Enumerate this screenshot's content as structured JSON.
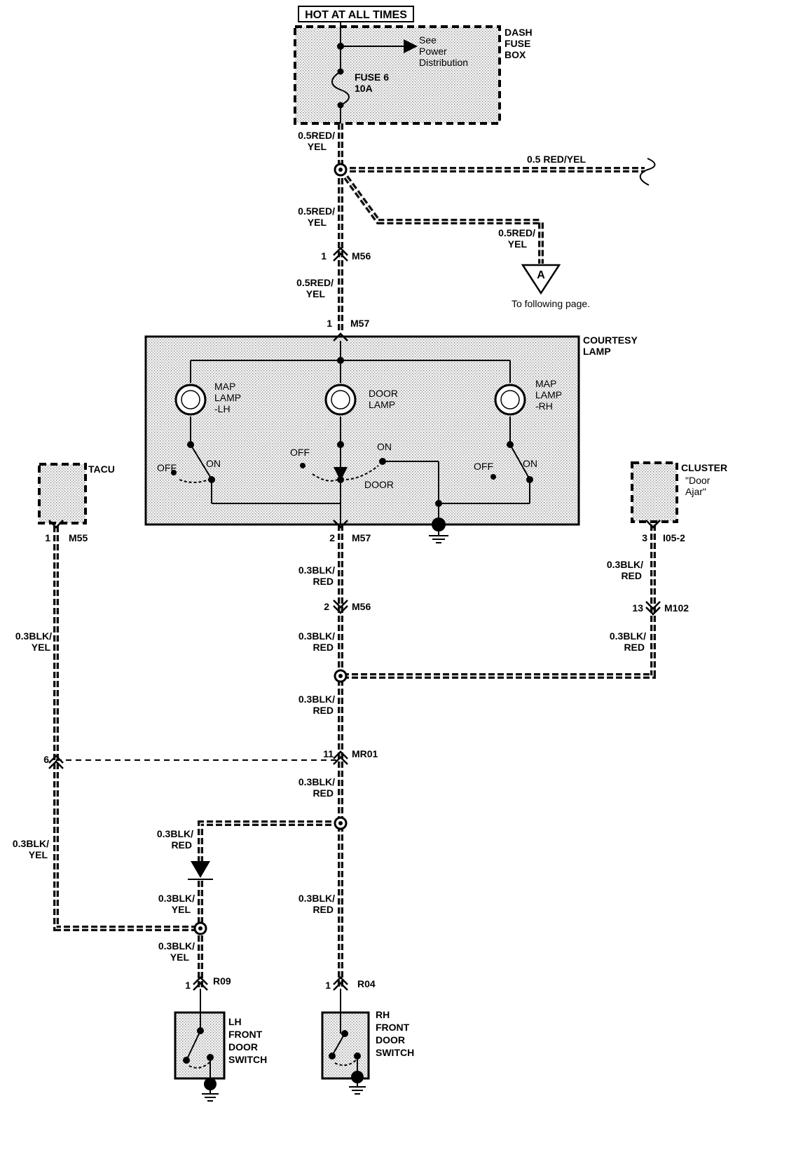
{
  "header": {
    "title": "HOT AT ALL TIMES"
  },
  "fuse_box": {
    "label_lines": [
      "DASH",
      "FUSE",
      "BOX"
    ],
    "fuse_lines": [
      "FUSE 6",
      "10A"
    ],
    "see_lines": [
      "See",
      "Power",
      "Distribution"
    ]
  },
  "wires": {
    "red_yel_lines": [
      "0.5RED/",
      "YEL"
    ],
    "red_yel_branch": "0.5 RED/YEL",
    "blk_red_lines": [
      "0.3BLK/",
      "RED"
    ],
    "blk_yel_lines": [
      "0.3BLK/",
      "YEL"
    ]
  },
  "offpage": {
    "letter": "A",
    "text": "To following page."
  },
  "connectors": {
    "m56_1": {
      "pin": "1",
      "name": "M56"
    },
    "m57_1": {
      "pin": "1",
      "name": "M57"
    },
    "m57_2": {
      "pin": "2",
      "name": "M57"
    },
    "m56_2": {
      "pin": "2",
      "name": "M56"
    },
    "m55": {
      "pin": "1",
      "name": "M55"
    },
    "i05": {
      "pin": "3",
      "name": "I05-2"
    },
    "m102": {
      "pin": "13",
      "name": "M102"
    },
    "mr01": {
      "pin": "11",
      "name": "MR01"
    },
    "mr01_6": {
      "pin": "6"
    },
    "r09": {
      "pin": "1",
      "name": "R09"
    },
    "r04": {
      "pin": "1",
      "name": "R04"
    }
  },
  "courtesy_lamp": {
    "label_lines": [
      "COURTESY",
      "LAMP"
    ],
    "map_lh_lines": [
      "MAP",
      "LAMP",
      "-LH"
    ],
    "door_lines": [
      "DOOR",
      "LAMP"
    ],
    "map_rh_lines": [
      "MAP",
      "LAMP",
      "-RH"
    ],
    "off": "OFF",
    "on": "ON",
    "door": "DOOR"
  },
  "tacu": {
    "label": "TACU"
  },
  "cluster": {
    "label": "CLUSTER",
    "sub_lines": [
      "\"Door",
      "Ajar\""
    ]
  },
  "lh_switch": {
    "label_lines": [
      "LH",
      "FRONT",
      "DOOR",
      "SWITCH"
    ]
  },
  "rh_switch": {
    "label_lines": [
      "RH",
      "FRONT",
      "DOOR",
      "SWITCH"
    ]
  }
}
